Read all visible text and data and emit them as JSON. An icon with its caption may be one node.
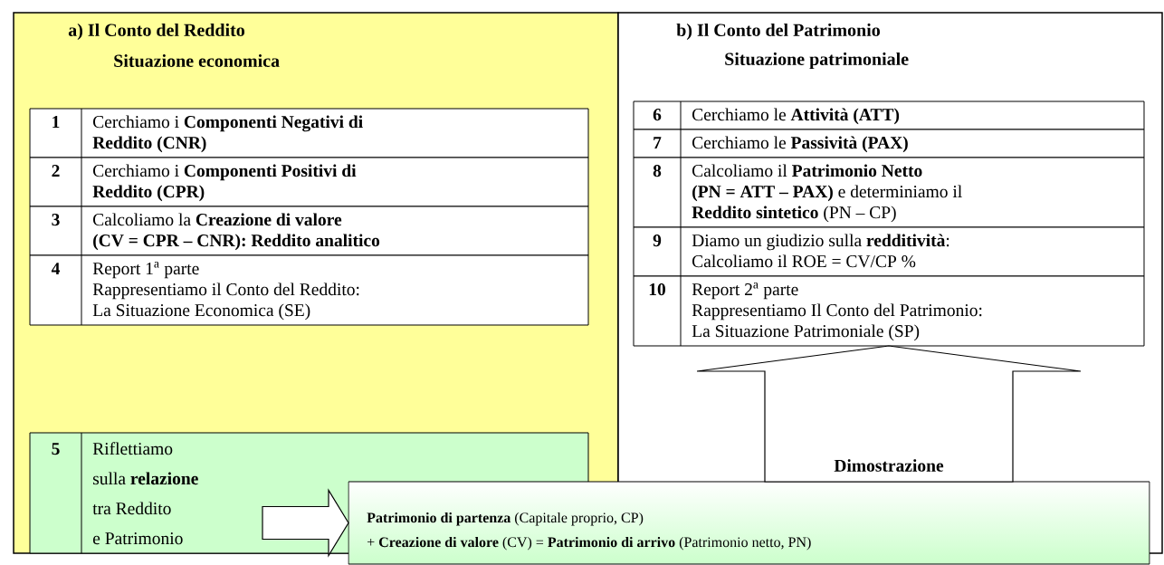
{
  "diagram": {
    "nodes": [
      {
        "text": [
          "a) Il Conto del Reddito",
          "Situazione economica"
        ]
      },
      {
        "text": [
          "b) Il Conto del Patrimonio",
          "Situazione patrimoniale"
        ]
      },
      {
        "text": [
          "1",
          "Cerchiamo i **Componenti Negativi di**",
          "**Reddito (CNR)**"
        ],
        "in": 0
      },
      {
        "text": [
          "2",
          "Cerchiamo i **Componenti Positivi di**",
          "**Reddito (CPR)**"
        ],
        "in": 0
      },
      {
        "text": [
          "3",
          "Calcoliamo la **Creazione di valore**",
          "**(CV = CPR – CNR): Reddito analitico**"
        ],
        "in": 0
      },
      {
        "text": [
          "4",
          "Report 1$^{a}$ parte",
          "Rappresentiamo il Conto del Reddito:",
          "La Situazione Economica (SE)"
        ],
        "in": 0
      },
      {
        "text": [
          "5",
          "Riflettiamo",
          "sulla **relazione**",
          "tra Reddito",
          "e Patrimonio"
        ],
        "in": 0
      },
      {
        "text": [
          "6",
          "Cerchiamo le **Attività (ATT)**"
        ],
        "in": 1
      },
      {
        "text": [
          "7",
          "Cerchiamo le **Passività (PAX)**"
        ],
        "in": 1
      },
      {
        "text": [
          "8",
          "Calcoliamo il **Patrimonio Netto**",
          "**(PN = ATT – PAX)** e determiniamo il",
          "**Reddito sintetico** (PN – CP)"
        ],
        "in": 1
      },
      {
        "text": [
          "9",
          "Diamo un giudizio sulla **redditività**:",
          "Calcoliamo il ROE = CV/CP %"
        ],
        "in": 1
      },
      {
        "text": [
          "10",
          "Report 2$^{a}$ parte",
          "Rappresentiamo Il Conto del Patrimonio:",
          "La Situazione Patrimoniale (SP)"
        ],
        "in": 1
      },
      {
        "text": [
          "**Patrimonio di partenza** (Capitale proprio, CP)",
          "+ **Creazione di valore** (CV) = **Patrimonio di arrivo** (Patrimonio netto, PN)"
        ]
      }
    ],
    "edges": [
      {
        "from": 6,
        "to": 12,
        "arrow": "to"
      },
      {
        "from": 12,
        "to": 11,
        "arrow": "to",
        "label": "Dimostrazione"
      }
    ]
  }
}
